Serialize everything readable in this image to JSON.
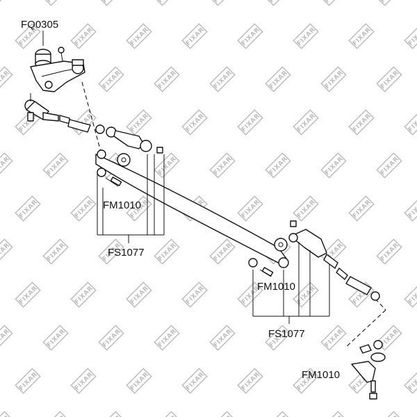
{
  "labels": {
    "idler_arm": "FQ0305",
    "bolt_left": "FM1010",
    "tie_rod_left": "FS1077",
    "bolt_right": "FM1010",
    "tie_rod_right": "FS1077",
    "bolt_bottom": "FM1010"
  },
  "watermark": {
    "brand": "FIXAR"
  },
  "colors": {
    "line": "#111111",
    "watermark": "#bdbdbd",
    "background": "#ffffff"
  }
}
